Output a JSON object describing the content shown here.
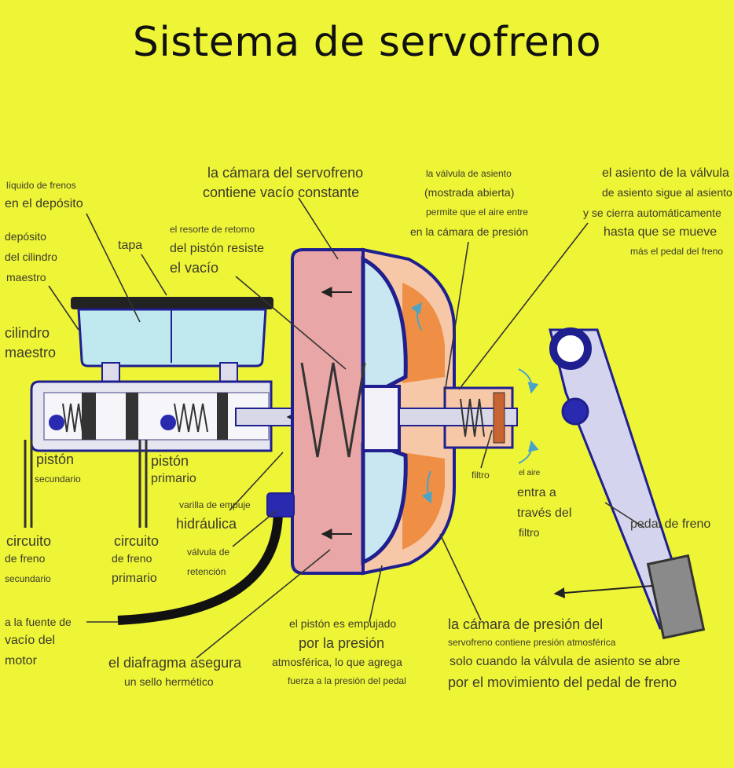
{
  "title": "Sistema de servofreno",
  "colors": {
    "background": "#eef536",
    "outline": "#1f1f8f",
    "vacuum_chamber": "#e9a6a6",
    "pressure_chamber": "#ee8f45",
    "reservoir_fluid": "#bfe9ee",
    "cylinder_body": "#dcdcea",
    "pedal": "#c8c8e6"
  },
  "labels": {
    "liquido_frenos": "líquido de frenos",
    "en_deposito": "en el depósito",
    "deposito": "depósito",
    "del_cilindro": "del cilindro",
    "maestro1": "maestro",
    "tapa": "tapa",
    "cilindro": "cilindro",
    "maestro2": "maestro",
    "resorte1": "el resorte de retorno",
    "resorte2": "del pistón resiste",
    "resorte3": "el vacío",
    "camara1": "la cámara del servofreno",
    "camara2": "contiene vacío constante",
    "valvula1": "la válvula de asiento",
    "valvula2": "(mostrada abierta)",
    "valvula3": "permite que el aire entre",
    "valvula4": "en la cámara de presión",
    "asiento1": "el asiento de la válvula",
    "asiento2": "de asiento sigue al asiento",
    "asiento3": "y se cierra automáticamente",
    "asiento4": "hasta que se mueve",
    "asiento5": "más el pedal del freno",
    "piston_sec1": "pistón",
    "piston_sec2": "secundario",
    "piston_pri1": "pistón",
    "piston_pri2": "primario",
    "varilla1": "varilla de empuje",
    "varilla2": "hidráulica",
    "retencion1": "válvula de",
    "retencion2": "retención",
    "filtro": "filtro",
    "aire1": "el aire",
    "aire2": "entra a",
    "aire3": "través del",
    "aire4": "filtro",
    "pedal": "pedal de freno",
    "circ_sec1": "circuito",
    "circ_sec2": "de freno",
    "circ_sec3": "secundario",
    "circ_pri1": "circuito",
    "circ_pri2": "de freno",
    "circ_pri3": "primario",
    "fuente1": "a la fuente de",
    "fuente2": "vacío del",
    "fuente3": "motor",
    "diafragma1": "el diafragma asegura",
    "diafragma2": "un sello hermético",
    "empujado1": "el pistón es empujado",
    "empujado2": "por la presión",
    "empujado3": "atmosférica, lo que agrega",
    "empujado4": "fuerza a la presión del pedal",
    "presion1": "la cámara de presión del",
    "presion2": "servofreno contiene presión atmosférica",
    "presion3": "solo cuando la válvula de asiento se abre",
    "presion4": "por el movimiento del pedal de freno"
  }
}
